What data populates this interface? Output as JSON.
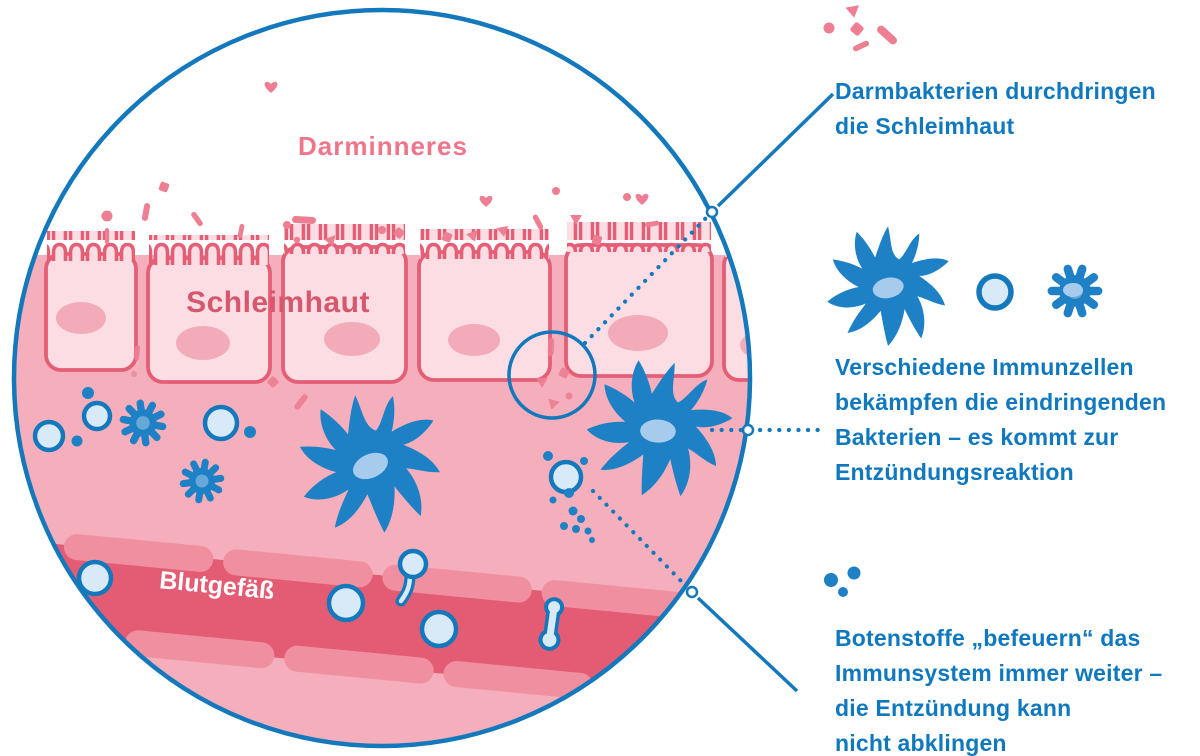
{
  "colors": {
    "accent_blue": "#1478bd",
    "cell_blue": "#1e81c5",
    "light_blue_fill": "#d8eaf8",
    "nucleus_blue": "#a6cbec",
    "gear_nucleus_blue": "#66a8d8",
    "pink_title": "#f0758b",
    "rose_outline": "#e45e75",
    "epithelium_pink": "#fbdde3",
    "nucleus_pink": "#f3abb9",
    "tissue_pink": "#f5aebb",
    "vessel_wall_pink": "#f08f9f",
    "vessel_lumen_red": "#e35c73",
    "mucosa_label_rose": "#d5586e",
    "vessel_label_white": "#ffffff"
  },
  "diagram": {
    "labels": {
      "lumen_label": "Darminneres",
      "mucosa_label": "Schleimhaut",
      "vessel_label": "Blutgefäß"
    }
  },
  "annotations": {
    "bacteria_note": {
      "lines": [
        "Darmbakterien durchdringen",
        "die Schleimhaut"
      ]
    },
    "immune_note": {
      "lines": [
        "Verschiedene Immunzellen",
        "bekämpfen die eindringenden",
        "Bakterien – es kommt zur",
        "Entzündungsreaktion"
      ]
    },
    "messenger_note": {
      "lines": [
        "Botenstoffe „befeuern“ das",
        "Immunsystem immer weiter –",
        "die Entzündung kann",
        "nicht abklingen"
      ]
    }
  },
  "legend_icons": [
    "gut-bacteria-icon",
    "dendritic-cell-icon",
    "round-immune-cell-icon",
    "granulocyte-cell-icon",
    "messenger-substances-icon"
  ]
}
